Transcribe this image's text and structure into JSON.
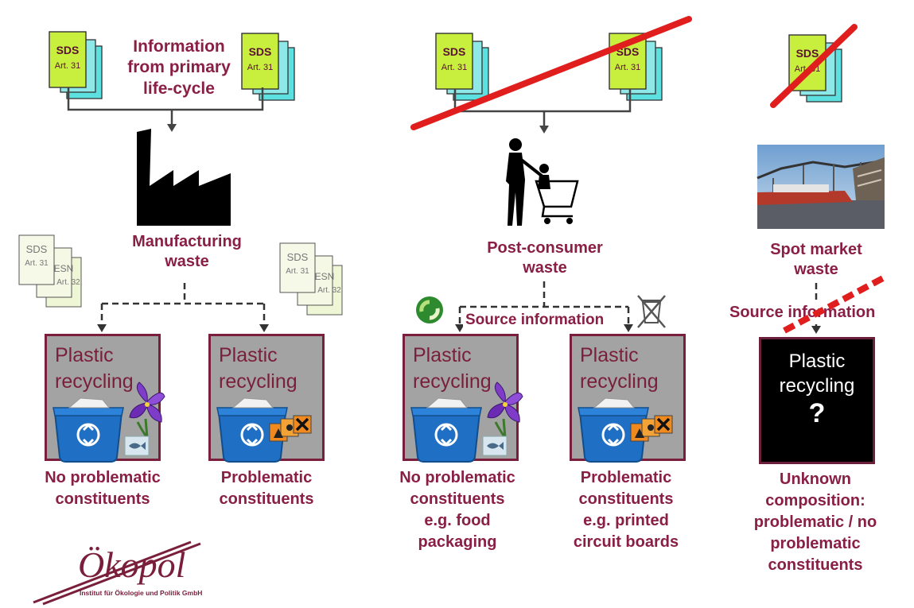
{
  "colors": {
    "maroon": "#8a1f45",
    "box_border": "#7a1f3b",
    "doc_fill": "#c8ef3e",
    "doc_shadow": "#5ce0e0",
    "strike_red": "#e01e1e"
  },
  "sds": {
    "title": "SDS",
    "article": "Art. 31"
  },
  "sds_light": {
    "sds": "SDS",
    "art31": "Art. 31",
    "esn": "ESN",
    "art32": "Art. 32"
  },
  "col1": {
    "title": "Information from primary life-cycle",
    "title_lines": [
      "Information",
      "from primary",
      "life-cycle"
    ],
    "waste_label": [
      "Manufacturing",
      "waste"
    ],
    "box_left": {
      "label": [
        "Plastic",
        "recycling"
      ],
      "caption": [
        "No problematic",
        "constituents"
      ]
    },
    "box_right": {
      "label": [
        "Plastic",
        "recycling"
      ],
      "caption": [
        "Problematic",
        "constituents"
      ]
    }
  },
  "col2": {
    "waste_label": [
      "Post-consumer",
      "waste"
    ],
    "source_info": "Source information",
    "box_left": {
      "label": [
        "Plastic",
        "recycling"
      ],
      "caption": [
        "No problematic",
        "constituents",
        "e.g. food",
        "packaging"
      ]
    },
    "box_right": {
      "label": [
        "Plastic",
        "recycling"
      ],
      "caption": [
        "Problematic",
        "constituents",
        "e.g. printed",
        "circuit boards"
      ]
    }
  },
  "col3": {
    "waste_label": [
      "Spot market",
      "waste"
    ],
    "source_info": "Source information",
    "box": {
      "label": [
        "Plastic",
        "recycling"
      ],
      "mark": "?"
    },
    "caption": [
      "Unknown",
      "composition:",
      "problematic / no",
      "problematic",
      "constituents"
    ]
  },
  "logo": {
    "name": "Ökopol",
    "tagline": "Institut für Ökologie und Politik GmbH"
  },
  "icons": [
    "document-stack-icon",
    "factory-icon",
    "shopper-with-cart-icon",
    "ship-photo",
    "recycling-bin-icon",
    "iris-flower-icon",
    "fish-icon",
    "hazard-label-icon",
    "green-dot-icon",
    "crossed-bin-icon"
  ]
}
